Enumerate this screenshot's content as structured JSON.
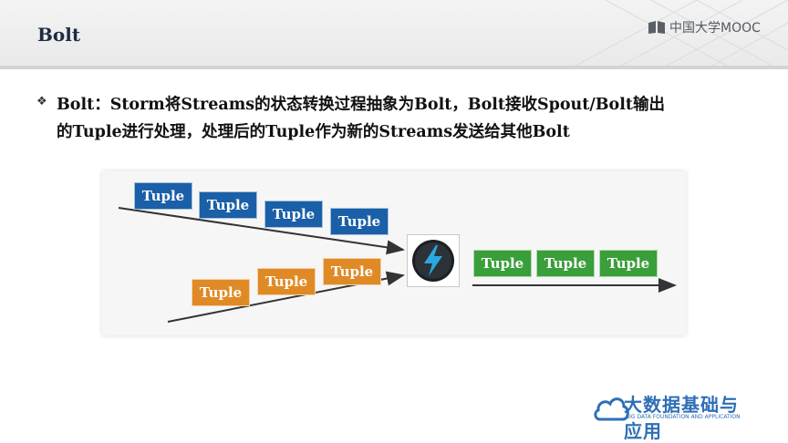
{
  "slide": {
    "title": "Bolt",
    "mooc_logo_text": "中国大学MOOC"
  },
  "bullet": {
    "marker": "❖",
    "line1": "Bolt：Storm将Streams的状态转换过程抽象为Bolt，Bolt接收Spout/Bolt输出",
    "line2": "的Tuple进行处理，处理后的Tuple作为新的Streams发送给其他Bolt"
  },
  "diagram": {
    "upper_tuples": [
      "Tuple",
      "Tuple",
      "Tuple",
      "Tuple"
    ],
    "lower_tuples": [
      "Tuple",
      "Tuple",
      "Tuple"
    ],
    "output_tuples": [
      "Tuple",
      "Tuple",
      "Tuple"
    ],
    "colors": {
      "upper": "#1a5fa8",
      "lower": "#e08a26",
      "output": "#3a9e3a",
      "arrow": "#333333",
      "bolt_bolt": "#2aa8e0"
    },
    "bolt_icon": "lightning-bolt-icon"
  },
  "brand": {
    "title": "大数据基础与应用",
    "subtitle": "BIG DATA FOUNDATION AND APPLICATION"
  }
}
